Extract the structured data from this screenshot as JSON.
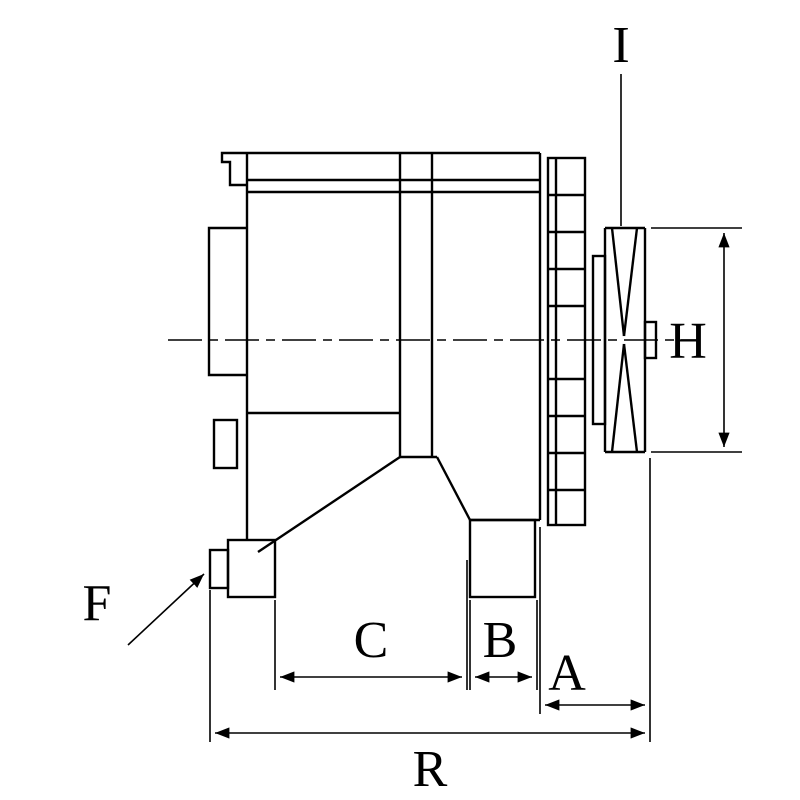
{
  "colors": {
    "line": "#000000",
    "background": "#ffffff"
  },
  "labels": {
    "i": "I",
    "h": "H",
    "f": "F",
    "c": "C",
    "b": "B",
    "a": "A",
    "r": "R"
  }
}
